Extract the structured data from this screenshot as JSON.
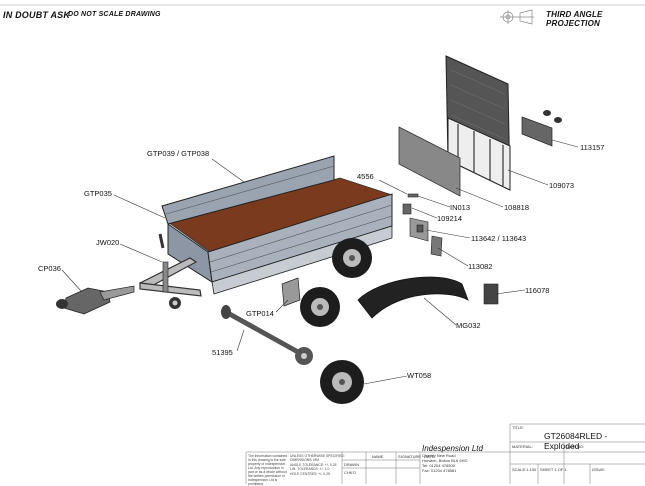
{
  "header": {
    "left": "IN DOUBT ASK",
    "middle": "DO NOT SCALE DRAWING",
    "right": "THIRD ANGLE PROJECTION"
  },
  "labels": {
    "gtp039": "GTP039 / GTP038",
    "gtp035": "GTP035",
    "jw020": "JW020",
    "cp036": "CP036",
    "gtp014": "GTP014",
    "n51395": "51395",
    "wt058": "WT058",
    "mg032": "MG032",
    "n116078": "116078",
    "n113082": "113082",
    "n113642": "113642 / 113643",
    "n109214": "109214",
    "in013": "IN013",
    "n108818": "108818",
    "n4556": "4556",
    "n109073": "109073",
    "n113157": "113157"
  },
  "title_block": {
    "title_field": "TITLE:",
    "title": "GT26084RLED - Exploded",
    "material_field": "MATERIAL:",
    "dwg_no_field": "DWG NO:",
    "scale": "SCALE:1:100",
    "sheet": "SHEET 1 OF 1",
    "issue": "ISSUE:",
    "company": "Indespension Ltd",
    "address": "Chorley New Road\nHorwich, Bolton BL6 6HG\nTel: 01204 478500\nFax: 01204 478581",
    "col_name": "NAME",
    "col_signature": "SIGNATURE",
    "col_date": "DATE",
    "row_drawn": "DRAWN",
    "row_chkd": "CHK'D",
    "tolerance_note": "UNLESS OTHERWISE SPECIFIED:\nDIMENSIONS: MM\nANGLE TOLERANCE: +/- 0.25\nLIN. TOLERANCE: +/- 1.0\nHOLE CENTRES: +/- 0.25",
    "confidential_note": "The information contained in this drawing is the sole property of Indespension Ltd. Any reproduction in part or as a whole without the written permission of Indespension Ltd is prohibited."
  }
}
